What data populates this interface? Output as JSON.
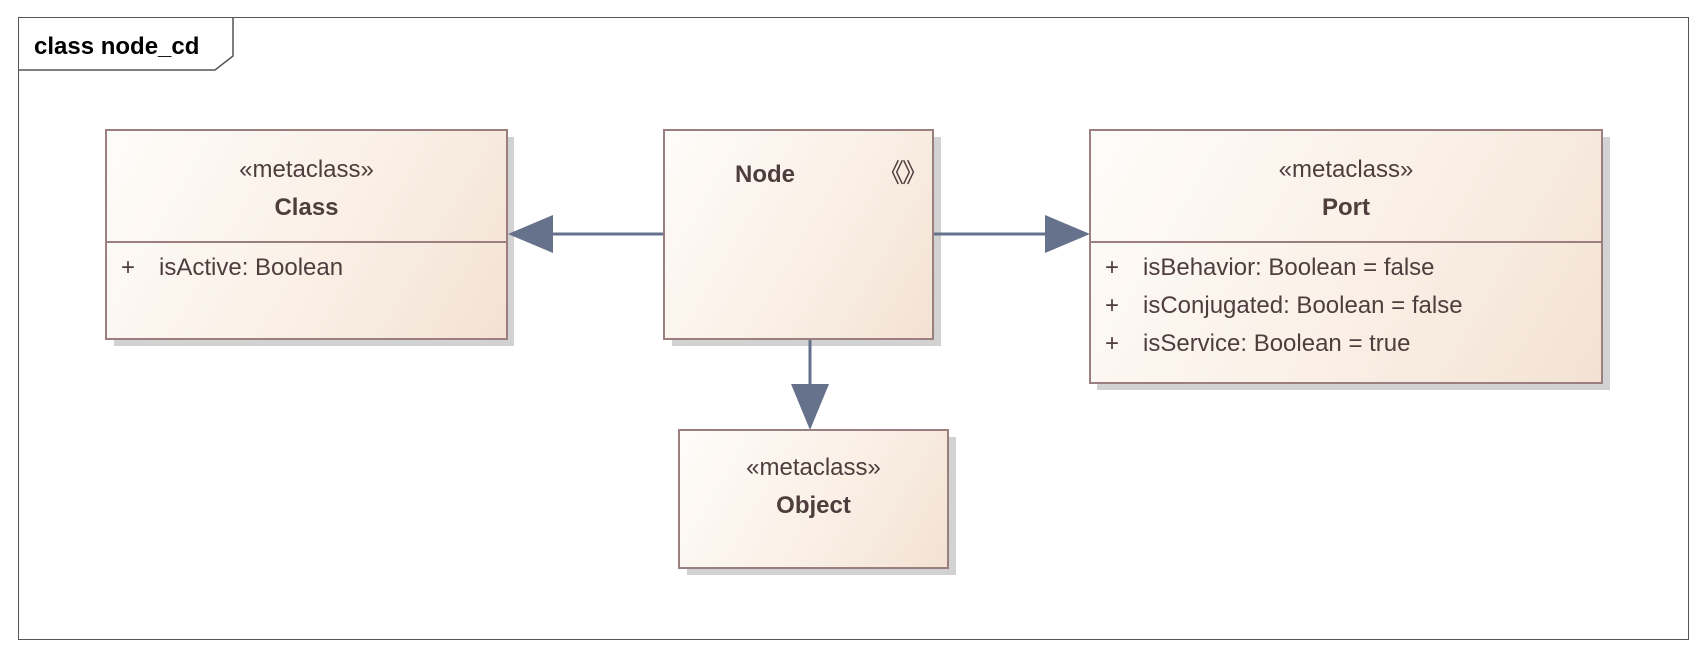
{
  "diagram": {
    "title": "class node_cd",
    "node": {
      "name": "Node",
      "icon": "stereotype-chevrons-icon",
      "icon_glyph": "《》"
    },
    "class_box": {
      "stereotype": "«metaclass»",
      "name": "Class",
      "attributes": [
        {
          "visibility": "+",
          "text": "isActive: Boolean"
        }
      ]
    },
    "port_box": {
      "stereotype": "«metaclass»",
      "name": "Port",
      "attributes": [
        {
          "visibility": "+",
          "text": "isBehavior: Boolean = false"
        },
        {
          "visibility": "+",
          "text": "isConjugated: Boolean = false"
        },
        {
          "visibility": "+",
          "text": "isService: Boolean = true"
        }
      ]
    },
    "object_box": {
      "stereotype": "«metaclass»",
      "name": "Object"
    },
    "colors": {
      "box_border": "#9b7f7f",
      "connector": "#66718b",
      "text": "#4e3d3d",
      "frame_border": "#555555"
    }
  }
}
